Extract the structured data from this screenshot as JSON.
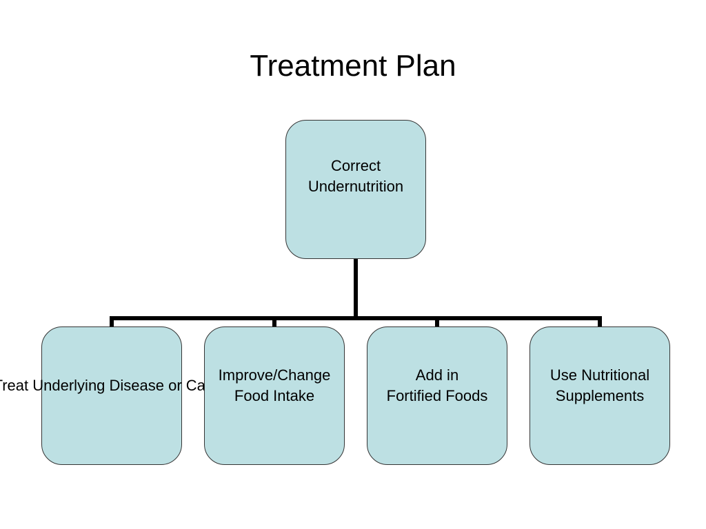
{
  "slide": {
    "title": "Treatment Plan"
  },
  "diagram": {
    "root": {
      "label": "Correct\nUndernutrition"
    },
    "children": [
      {
        "label": "Treat\nUnderlying Disease\nor Cause"
      },
      {
        "label": "Improve/Change\nFood Intake"
      },
      {
        "label": "Add in\nFortified Foods"
      },
      {
        "label": "Use Nutritional\nSupplements"
      }
    ],
    "colors": {
      "node_fill": "#bde0e3",
      "node_border": "#333333",
      "connector": "#000000"
    }
  }
}
